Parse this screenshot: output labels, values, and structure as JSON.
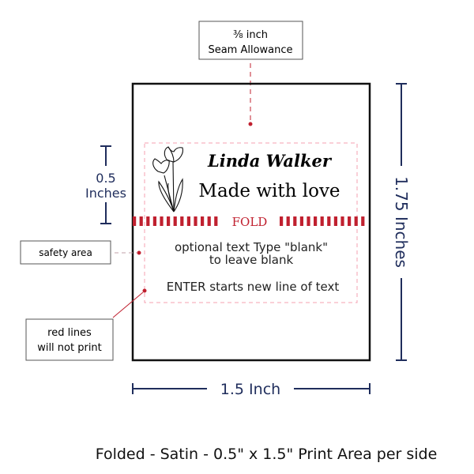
{
  "seam_callout": {
    "line1": "⅜ inch",
    "line2": "Seam Allowance"
  },
  "label": {
    "name": "Linda Walker",
    "line2": "Made with love",
    "fold": "FOLD",
    "back_line1": "optional text  Type \"blank\"",
    "back_line2": "to leave blank",
    "back_line3": "ENTER starts   new line of text",
    "icon": "tulip-icon"
  },
  "dimensions": {
    "left_value": "0.5",
    "left_unit": "Inches",
    "right": "1.75 Inches",
    "bottom": "1.5 Inch"
  },
  "callouts": {
    "safety": "safety area",
    "red_lines_1": "red lines",
    "red_lines_2": "will not print"
  },
  "footer": "Folded - Satin - 0.5\" x 1.5\" Print Area per side",
  "colors": {
    "navy": "#1f2d5c",
    "red": "#c0202f",
    "pink": "#f4a0b0"
  }
}
